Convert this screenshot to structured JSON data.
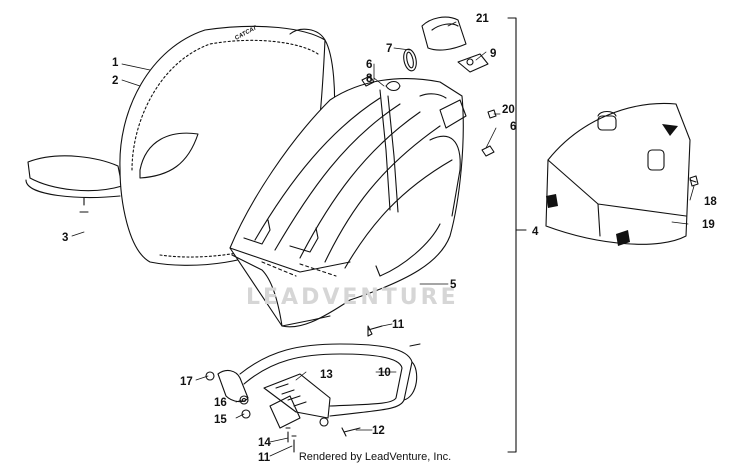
{
  "callouts": [
    "1",
    "2",
    "3",
    "4",
    "5",
    "6",
    "6",
    "7",
    "8",
    "9",
    "10",
    "11",
    "11",
    "12",
    "13",
    "14",
    "15",
    "16",
    "17",
    "18",
    "19",
    "20",
    "21"
  ],
  "watermark": "LEADVENTURE",
  "seat_brand": "CATCAT",
  "credit": "Rendered by LeadVenture, Inc."
}
